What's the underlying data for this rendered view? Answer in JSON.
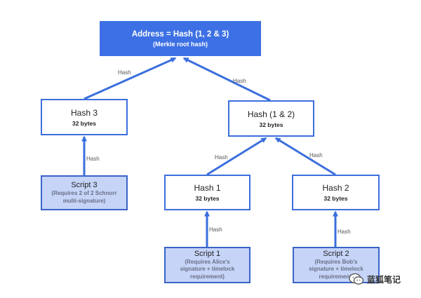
{
  "root": {
    "title": "Address = Hash (1, 2 & 3)",
    "subtitle": "(Merkle root hash)"
  },
  "nodes": {
    "hash3": {
      "title": "Hash 3",
      "size": "32 bytes"
    },
    "hash12": {
      "title": "Hash (1 & 2)",
      "size": "32 bytes"
    },
    "hash1": {
      "title": "Hash 1",
      "size": "32 bytes"
    },
    "hash2": {
      "title": "Hash 2",
      "size": "32 bytes"
    },
    "script3": {
      "title": "Script 3",
      "detail": [
        "(Requires 2 of 2 Schnorr",
        "multi-signature)"
      ]
    },
    "script1": {
      "title": "Script 1",
      "detail": [
        "(Requires Alice's",
        "signature + timelock",
        "requirement)"
      ]
    },
    "script2": {
      "title": "Script 2",
      "detail": [
        "(Requires Bob's",
        "signature + timelock",
        "requirement)"
      ]
    }
  },
  "edge_label": "Hash",
  "watermark": {
    "text": "蓝狐笔记"
  },
  "colors": {
    "accent": "#3d70e4",
    "script_fill": "#c5d4f7",
    "line": "#3b6fdd"
  }
}
